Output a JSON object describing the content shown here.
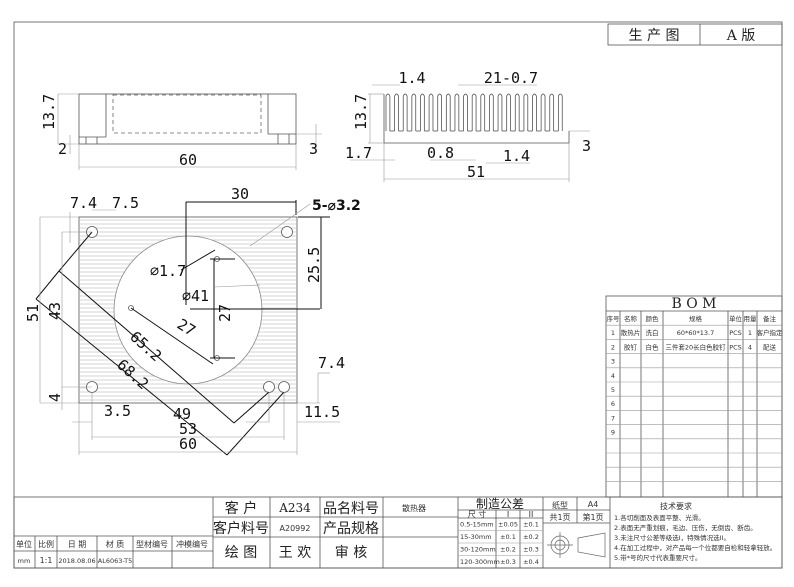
{
  "header": {
    "drawing_type": "生 产 图",
    "version": "A 版"
  },
  "front_view": {
    "height": "13.7",
    "base_left": "2",
    "base_right": "3",
    "width": "60"
  },
  "side_view": {
    "fin_thickness_top": "1.4",
    "fin_count": "21-0.7",
    "height": "13.7",
    "edge": "1.7",
    "fin_root": "0.8",
    "pitch": "1.4",
    "width": "51",
    "base": "3"
  },
  "plan_view": {
    "holes": "5-⌀3.2",
    "hole_span": "30",
    "left_offset": "7.4",
    "left_span": "7.5",
    "small_hole": "⌀1.7",
    "fan_circle": "⌀41",
    "vertical_hole": "25.5",
    "hole_pitch_v": "27",
    "hole_pitch_diag": "27",
    "diag_1": "65.2",
    "diag_2": "68.2",
    "depth": "51",
    "depth_inner": "43",
    "bottom_offset": "4",
    "right_offset": "7.4",
    "left_edge": "3.5",
    "right_edge": "11.5",
    "span_49": "49",
    "span_53": "53",
    "width": "60"
  },
  "bom": {
    "title": "B O M",
    "columns": [
      "序号",
      "名称",
      "颜色",
      "规格",
      "单位",
      "用量",
      "备注"
    ],
    "rows": [
      {
        "no": "1",
        "name": "散热片",
        "color": "洗白",
        "spec": "60*60*13.7",
        "unit": "PCS",
        "qty": "1",
        "note": "客户指定"
      },
      {
        "no": "2",
        "name": "胶钉",
        "color": "白色",
        "spec": "三件套20长白色胶钉",
        "unit": "PCS",
        "qty": "4",
        "note": "配送"
      },
      {
        "no": "3"
      },
      {
        "no": "4"
      },
      {
        "no": "5"
      },
      {
        "no": "6"
      },
      {
        "no": "7"
      },
      {
        "no": "9"
      }
    ]
  },
  "title_block": {
    "unit_label": "单位",
    "scale_label": "比例",
    "date_label": "日 期",
    "material_label": "材 质",
    "profile_no_label": "型材编号",
    "die_no_label": "冲模编号",
    "unit": "mm",
    "scale": "1:1",
    "date": "2018.08.06",
    "material": "AL6063-T5",
    "customer_label": "客 户",
    "customer": "A234",
    "part_name_label": "品名料号",
    "part_name": "散热器",
    "customer_part_label": "客户料号",
    "customer_part": "A20992",
    "spec_label": "产品规格",
    "drawn_label": "绘 图",
    "drawn_by": "王 欢",
    "review_label": "审 核",
    "tolerance": {
      "title": "制造公差",
      "col_size": "尺 寸",
      "col_1": "I",
      "col_2": "II",
      "rows": [
        {
          "range": "0.5-15mm",
          "i": "±0.05",
          "ii": "±0.1"
        },
        {
          "range": "15-30mm",
          "i": "±0.1",
          "ii": "±0.2"
        },
        {
          "range": "30-120mm",
          "i": "±0.2",
          "ii": "±0.3"
        },
        {
          "range": "120-300mm",
          "i": "±0.3",
          "ii": "±0.4"
        }
      ]
    },
    "paper_label": "纸型",
    "paper": "A4",
    "total_pages": "共1页",
    "page": "第1页",
    "tech_title": "技术要求",
    "tech_notes": [
      "1.各切削面及表面平整、光滑。",
      "2.表面无严重划痕，毛边、压伤，无倒齿、断齿。",
      "3.未注尺寸公差等级选I，特殊情况选II。",
      "4.在加工过程中，对产品每一个位都要自检和轻拿轻放。",
      "5.带*号的尺寸代表重要尺寸。"
    ]
  }
}
